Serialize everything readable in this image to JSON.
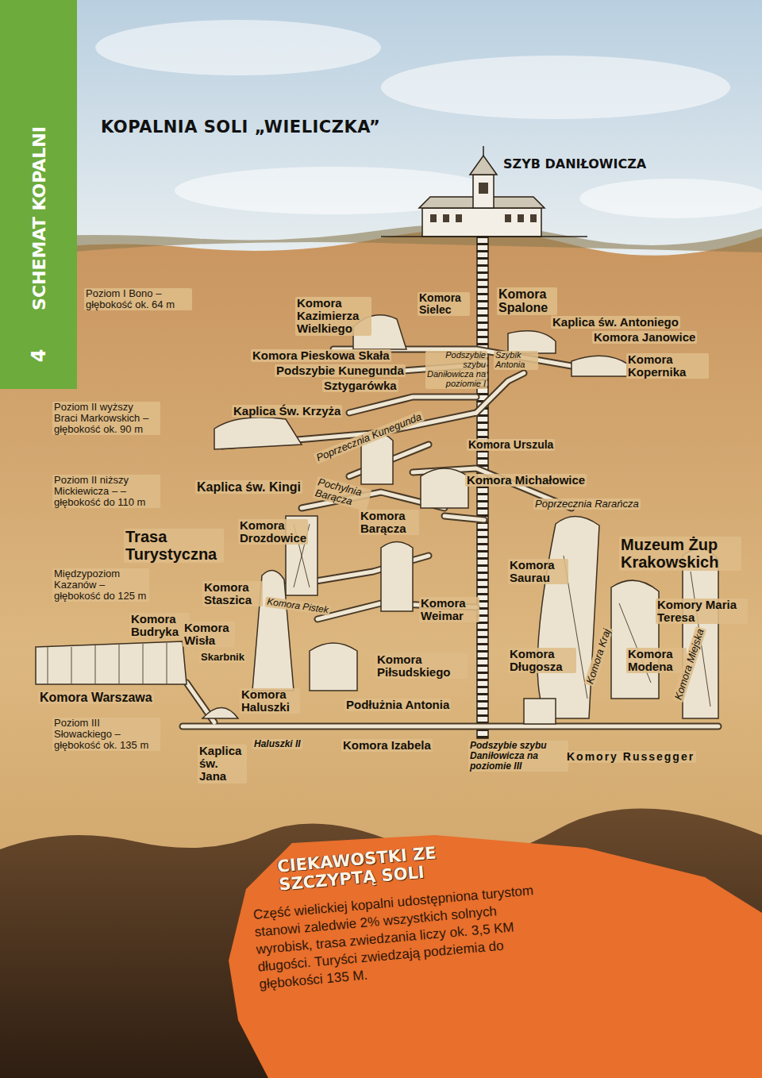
{
  "diagram": {
    "title": "KOPALNIA SOLI „WIELICZKA”",
    "nodes": [
      {
        "text": [
          "SCHEMAT KOPALNI",
          "4"
        ]
      },
      {
        "text": [
          "CIEKAWOSTKI ZE SZCZYPTĄ SOLI",
          "Część wielickiej kopalni udostępniona turystom stanowi zaledwie 2% wszystkich solnych wyrobisk, trasa zwiedzania liczy ok. 3,5 KM długości. Turyści zwiedzają podziemia do głębokości 135 M."
        ]
      }
    ],
    "labels": [
      "SZYB DANIŁOWICZA",
      "Poziom I Bono – głębokość ok. 64 m",
      "Poziom II wyższy Braci Markowskich – głębokość ok. 90 m",
      "Poziom II niższy Mickiewicza – – głębokość do 110 m",
      "Międzypoziom Kazanów – głębokość do 125 m",
      "Poziom III Słowackiego – głębokość ok. 135 m",
      "Komora Kazimierza Wielkiego",
      "Komora Sielec",
      "Komora Spalone",
      "Kaplica św. Antoniego",
      "Komora Janowice",
      "Komora Kopernika",
      "Komora Pieskowa Skała",
      "Podszybie Kunegunda",
      "Sztygarówka",
      "Podszybie szybu Daniłowicza na poziomie I",
      "Szybik Antonia",
      "Kaplica Św. Krzyża",
      "Poprzecznia Kunegunda",
      "Komora Urszula",
      "Kaplica św. Kingi",
      "Pochylnia Barącza",
      "Komora Barącza",
      "Komora Michałowice",
      "Poprzecznia Rarańcza",
      "Komora Drozdowice",
      "Trasa Turystyczna",
      "Muzeum Żup Krakowskich",
      "Komory Maria Teresa",
      "Komora Saurau",
      "Komora Staszica",
      "Komora Pistek",
      "Komora Weimar",
      "Komora Budryka",
      "Komora Wisła",
      "Skarbnik",
      "Komora Piłsudskiego",
      "Komora Długosza",
      "Komora Kraj",
      "Komora Modena",
      "Komora Miejska",
      "Komora Warszawa",
      "Komora Haluszki",
      "Podłużnia Antonia",
      "Haluszki II",
      "Komora Izabela",
      "Kaplica św. Jana",
      "Podszybie szybu Daniłowicza na poziomie III",
      "Komory Russegger"
    ]
  }
}
